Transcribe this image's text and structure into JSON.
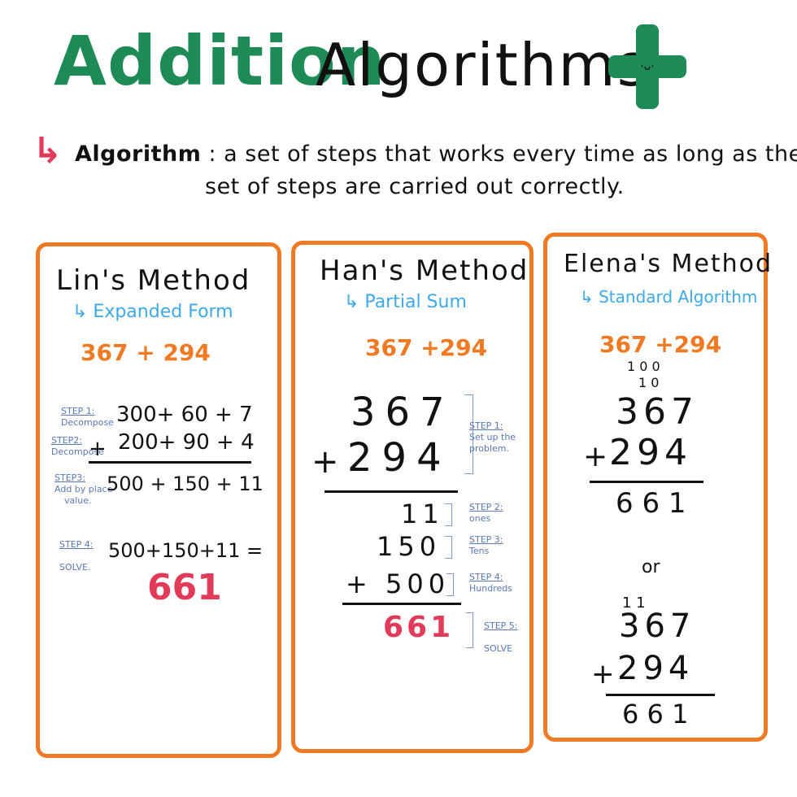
{
  "title": {
    "word1": "Addition",
    "word2": "Algorithms",
    "mascot_face": "·ᴗ·",
    "colors": {
      "green": "#1e8a56",
      "orange": "#f07a24",
      "blue": "#3da9e6",
      "red": "#e23b5a"
    }
  },
  "definition": {
    "arrow": "↳",
    "term": "Algorithm",
    "line1": ": a set of steps that works every time as long as the",
    "line2": "set of steps are carried out correctly."
  },
  "lin": {
    "title": "Lin's Method",
    "subtitle": "↳ Expanded Form",
    "problem": "367 + 294",
    "step1_label": "STEP 1:",
    "step1_text": "Decompose",
    "row1": "300+ 60 + 7",
    "step2_label": "STEP2:",
    "step2_text": "Decompose",
    "plus": "+",
    "row2": "200+ 90 + 4",
    "step3_label": "STEP3:",
    "step3_text1": "Add by place",
    "step3_text2": "value.",
    "sum_row": "500 + 150 + 11",
    "step4_label": "STEP 4:",
    "step4_text": "SOLVE.",
    "solve_expr": "500+150+11 =",
    "answer": "661"
  },
  "han": {
    "title": "Han's Method",
    "subtitle": "↳ Partial Sum",
    "problem": "367 +294",
    "top": "367",
    "plus": "+",
    "bottom": "294",
    "step1_label": "STEP 1:",
    "step1_text1": "Set up the",
    "step1_text2": "problem.",
    "p_ones": "11",
    "step2_label": "STEP 2:",
    "step2_text": "ones",
    "p_tens": "150",
    "step3_label": "STEP 3:",
    "step3_text": "Tens",
    "p_hundreds": "+ 500",
    "step4_label": "STEP 4:",
    "step4_text": "Hundreds",
    "answer": "661",
    "step5_label": "STEP 5:",
    "step5_text": "SOLVE"
  },
  "elena": {
    "title": "Elena's Method",
    "subtitle": "↳ Standard Algorithm",
    "problem": "367 +294",
    "carry_a1": "1 0 0",
    "carry_a2": "1 0",
    "top_a": "367",
    "plus_a": "+",
    "bottom_a": "294",
    "answer_a": "6 6 1",
    "or": "or",
    "carry_b": "1 1",
    "top_b": "367",
    "plus_b": "+",
    "bottom_b": "294",
    "answer_b": "6 6 1"
  }
}
